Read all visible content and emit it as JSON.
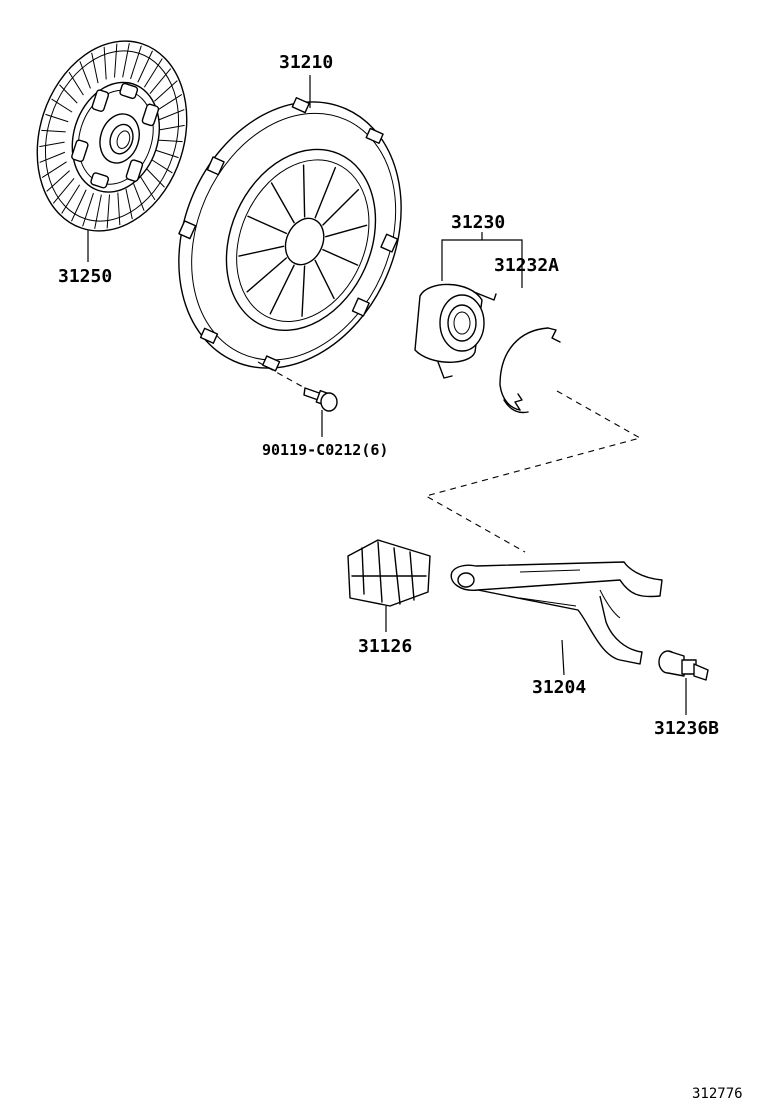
{
  "diagram": {
    "parts": [
      {
        "id": "disc",
        "label": "31250"
      },
      {
        "id": "cover",
        "label": "31210"
      },
      {
        "id": "bearing-assy",
        "label": "31230"
      },
      {
        "id": "clip",
        "label": "31232A"
      },
      {
        "id": "bolt",
        "label": "90119-C0212(6)"
      },
      {
        "id": "boot",
        "label": "31126"
      },
      {
        "id": "fork",
        "label": "31204"
      },
      {
        "id": "pivot",
        "label": "31236B"
      }
    ],
    "figure_number": "312776"
  }
}
